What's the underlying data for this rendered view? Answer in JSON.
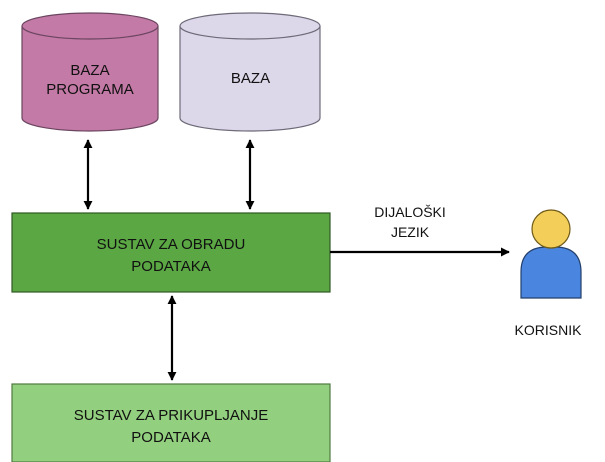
{
  "diagram": {
    "db_programs": {
      "line1": "BAZA",
      "line2": "PROGRAMA",
      "color": "#c37aa6"
    },
    "db_base": {
      "label": "BAZA",
      "color": "#ddd7ea"
    },
    "processing_system": {
      "line1": "SUSTAV ZA OBRADU",
      "line2": "PODATAKA",
      "color": "#5aa744"
    },
    "collection_system": {
      "line1": "SUSTAV ZA PRIKUPLJANJE",
      "line2": "PODATAKA",
      "color": "#92cf7e"
    },
    "dialog_language": {
      "line1": "DIJALOŠKI",
      "line2": "JEZIK"
    },
    "user": {
      "label": "KORISNIK",
      "head_color": "#f3cf5a",
      "body_color": "#4a86e0"
    }
  }
}
